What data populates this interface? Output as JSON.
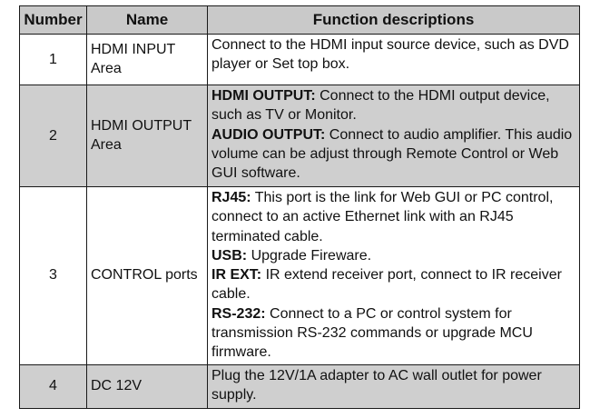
{
  "table": {
    "headers": [
      "Number",
      "Name",
      "Function descriptions"
    ],
    "rows": [
      {
        "number": "1",
        "name": "HDMI INPUT Area",
        "segments": [
          {
            "label": "",
            "text": "Connect to the HDMI input source device, such as DVD player or Set top box."
          }
        ]
      },
      {
        "number": "2",
        "name": "HDMI OUTPUT Area",
        "segments": [
          {
            "label": "HDMI OUTPUT:",
            "text": "Connect to the HDMI output device, such as TV or Monitor."
          },
          {
            "label": "AUDIO OUTPUT:",
            "text": "Connect to audio amplifier. This audio volume can be adjust through Remote Control or Web GUI software."
          }
        ]
      },
      {
        "number": "3",
        "name": "CONTROL ports",
        "segments": [
          {
            "label": "RJ45:",
            "text": "This port is the link for Web GUI or PC control, connect to an active Ethernet link with an RJ45 terminated cable."
          },
          {
            "label": "USB:",
            "text": "Upgrade Fireware."
          },
          {
            "label": "IR EXT:",
            "text": "IR extend receiver port, connect to IR receiver cable."
          },
          {
            "label": "RS-232:",
            "text": "Connect to a PC or control system for transmission RS-232 commands or upgrade MCU firmware."
          }
        ]
      },
      {
        "number": "4",
        "name": "DC 12V",
        "segments": [
          {
            "label": "",
            "text": "Plug the 12V/1A adapter to AC wall outlet for power supply."
          }
        ]
      }
    ]
  }
}
